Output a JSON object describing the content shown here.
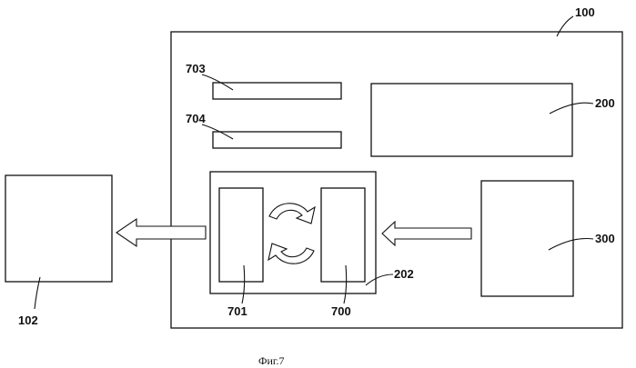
{
  "diagram": {
    "labels": {
      "outer_device": "100",
      "external_block": "102",
      "block_top_right": "200",
      "inner_unit": "202",
      "block_bottom_right": "300",
      "element_700": "700",
      "element_701": "701",
      "bar_703": "703",
      "bar_704": "704"
    },
    "caption": "Фиг.7"
  }
}
